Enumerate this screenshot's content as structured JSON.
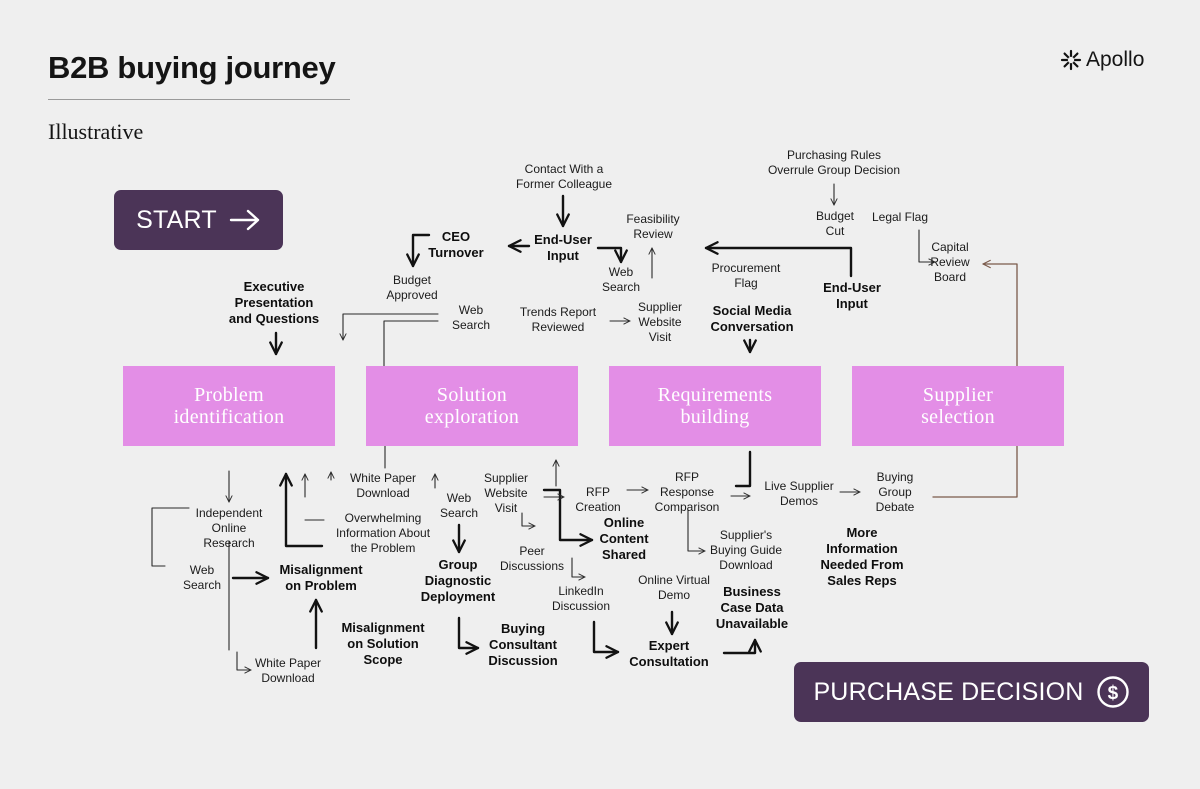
{
  "header": {
    "title": "B2B buying journey",
    "subtitle": "Illustrative"
  },
  "brand": {
    "name": "Apollo",
    "icon": "asterisk-logo-icon"
  },
  "start_button": {
    "label": "START",
    "icon": "arrow-right-icon"
  },
  "end_button": {
    "label": "PURCHASE DECISION",
    "icon": "dollar-circle-icon"
  },
  "colors": {
    "stage_fill": "#e38ee6",
    "pill_fill": "#4b3457",
    "background": "#efefef",
    "stage_text": "#ffffff"
  },
  "stages": [
    {
      "label": "Problem\nidentification"
    },
    {
      "label": "Solution\nexploration"
    },
    {
      "label": "Requirements\nbuilding"
    },
    {
      "label": "Supplier\nselection"
    }
  ],
  "nodes": {
    "contact_colleague": "Contact With a\nFormer Colleague",
    "purchasing_rules": "Purchasing Rules\nOverrule Group Decision",
    "ceo_turnover": "CEO\nTurnover",
    "end_user_input_1": "End-User\nInput",
    "feasibility_review": "Feasibility\nReview",
    "budget_cut": "Budget\nCut",
    "legal_flag": "Legal Flag",
    "capital_review_board": "Capital\nReview\nBoard",
    "web_search_top": "Web\nSearch",
    "procurement_flag": "Procurement\nFlag",
    "end_user_input_2": "End-User\nInput",
    "budget_approved": "Budget\nApproved",
    "executive_presentation": "Executive\nPresentation\nand Questions",
    "web_search_mid": "Web\nSearch",
    "trends_report": "Trends Report\nReviewed",
    "supplier_website_visit_top": "Supplier\nWebsite\nVisit",
    "social_media": "Social Media\nConversation",
    "white_paper_download_top": "White Paper\nDownload",
    "supplier_website_visit_bottom": "Supplier\nWebsite\nVisit",
    "rfp_creation": "RFP\nCreation",
    "rfp_response": "RFP\nResponse\nComparison",
    "live_demos": "Live Supplier\nDemos",
    "buying_group_debate": "Buying\nGroup\nDebate",
    "independent_research": "Independent\nOnline\nResearch",
    "web_search_low": "Web\nSearch",
    "overwhelming_info": "Overwhelming\nInformation About\nthe Problem",
    "online_content": "Online\nContent\nShared",
    "more_information": "More\nInformation\nNeeded From\nSales Reps",
    "suppliers_guide": "Supplier's\nBuying Guide\nDownload",
    "web_search_left": "Web\nSearch",
    "misalignment_problem": "Misalignment\non Problem",
    "group_diagnostic": "Group\nDiagnostic\nDeployment",
    "peer_discussions": "Peer\nDiscussions",
    "online_virtual_demo": "Online Virtual\nDemo",
    "linkedin_discussion": "LinkedIn\nDiscussion",
    "business_case": "Business\nCase Data\nUnavailable",
    "misalignment_scope": "Misalignment\non Solution\nScope",
    "buying_consultant": "Buying\nConsultant\nDiscussion",
    "expert_consultation": "Expert\nConsultation",
    "white_paper_download_bottom": "White Paper\nDownload"
  }
}
